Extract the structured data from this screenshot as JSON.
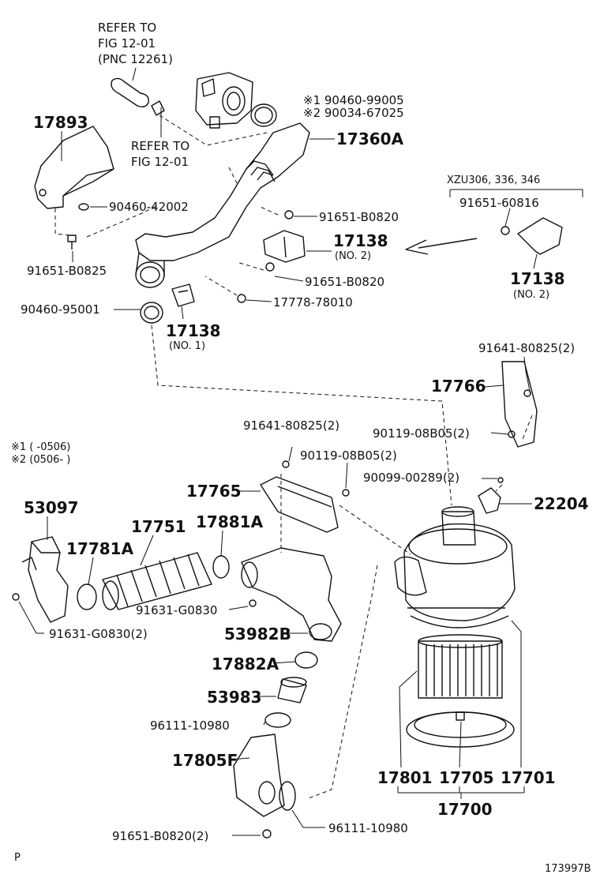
{
  "labels": {
    "refer_top": "REFER TO",
    "refer_top_fig": "FIG 12-01",
    "refer_top_pnc": "(PNC 12261)",
    "refer_mid": "REFER TO",
    "refer_mid_fig": "FIG 12-01",
    "p17893": "17893",
    "p90460_99005": "※1 90460-99005",
    "p90034_67025": "※2 90034-67025",
    "p17360A": "17360A",
    "p90460_42002": "90460-42002",
    "p91651_B0820_a": "91651-B0820",
    "p17138_a": "17138",
    "no2_a": "(NO. 2)",
    "p91651_B0825": "91651-B0825",
    "p91651_B0820_b": "91651-B0820",
    "p90460_95001": "90460-95001",
    "p17778_78010": "17778-78010",
    "p17138_no1": "17138",
    "no1": "(NO. 1)",
    "xzu": "XZU306, 336, 346",
    "p91651_60816": "91651-60816",
    "p17138_b": "17138",
    "no2_b": "(NO. 2)",
    "p91641_80825_2a": "91641-80825(2)",
    "p17766": "17766",
    "p90119_08B05_2a": "90119-08B05(2)",
    "note1": "※1 (      -0506)",
    "note2": "※2 (0506-      )",
    "p91641_80825_2b": "91641-80825(2)",
    "p90119_08B05_2b": "90119-08B05(2)",
    "p90099_00289_2": "90099-00289(2)",
    "p17765": "17765",
    "p22204": "22204",
    "p53097": "53097",
    "p17751": "17751",
    "p17881A": "17881A",
    "p17781A": "17781A",
    "p91631_G0830": "91631-G0830",
    "p91631_G0830_2": "91631-G0830(2)",
    "p53982B": "53982B",
    "p17882A": "17882A",
    "p53983": "53983",
    "p96111_10980_a": "96111-10980",
    "p17805F": "17805F",
    "p17801": "17801",
    "p17705": "17705",
    "p17701": "17701",
    "p17700": "17700",
    "p96111_10980_b": "96111-10980",
    "p91651_B0820_2": "91651-B0820(2)",
    "corner_p": "P",
    "fig_id": "173997B"
  }
}
